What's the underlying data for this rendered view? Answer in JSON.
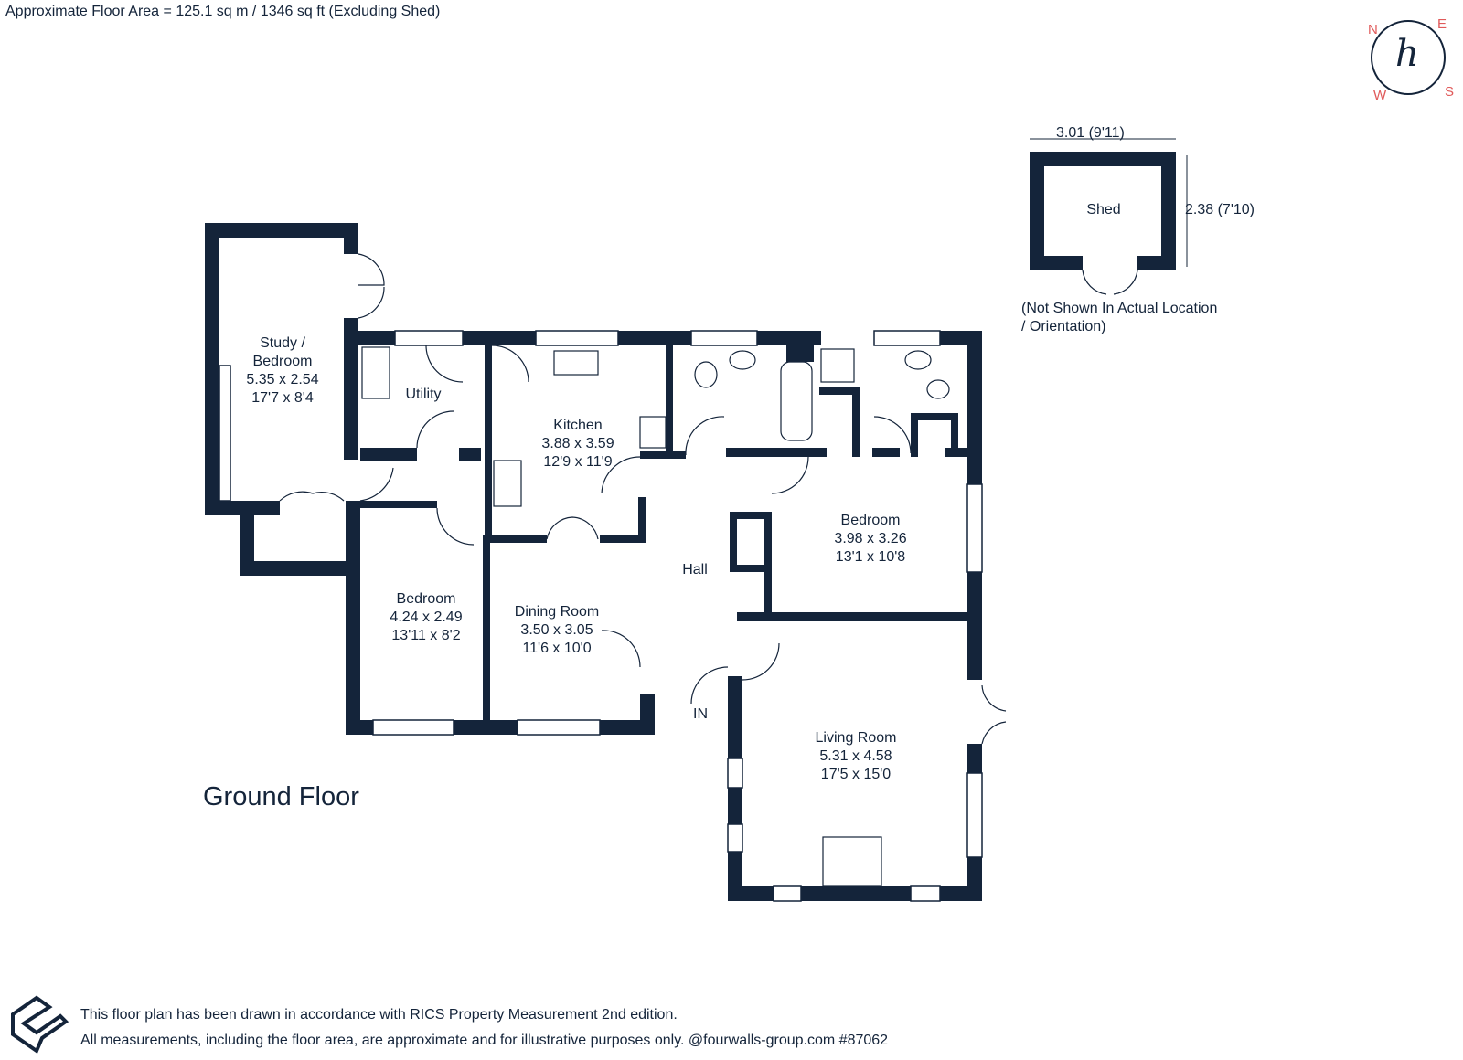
{
  "header": {
    "area_text": "Approximate Floor Area = 125.1 sq m / 1346 sq ft (Excluding Shed)"
  },
  "compass": {
    "n": "N",
    "e": "E",
    "w": "W",
    "s": "S",
    "logo": "h"
  },
  "rooms": [
    {
      "name": "Study /",
      "name2": "Bedroom",
      "metric": "5.35 x 2.54",
      "imperial": "17'7 x 8'4"
    },
    {
      "name": "Utility"
    },
    {
      "name": "Kitchen",
      "metric": "3.88 x 3.59",
      "imperial": "12'9 x 11'9"
    },
    {
      "name": "Bedroom",
      "metric": "3.98 x 3.26",
      "imperial": "13'1 x 10'8"
    },
    {
      "name": "Hall"
    },
    {
      "name": "Bedroom",
      "metric": "4.24 x 2.49",
      "imperial": "13'11 x 8'2"
    },
    {
      "name": "Dining Room",
      "metric": "3.50 x 3.05",
      "imperial": "11'6 x 10'0"
    },
    {
      "name": "Living Room",
      "metric": "5.31 x 4.58",
      "imperial": "17'5 x 15'0"
    }
  ],
  "entrance": "IN",
  "floor_title": "Ground Floor",
  "shed": {
    "name": "Shed",
    "width": "3.01 (9'11)",
    "depth": "2.38 (7'10)",
    "note": "(Not Shown In Actual Location / Orientation)"
  },
  "footer": {
    "line1": "This floor plan has been drawn in accordance with RICS Property Measurement 2nd edition.",
    "line2": "All measurements, including the floor area, are approximate and for illustrative purposes only. @fourwalls-group.com #87062"
  },
  "colors": {
    "wall": "#14243a",
    "accent": "#e05a5a"
  }
}
